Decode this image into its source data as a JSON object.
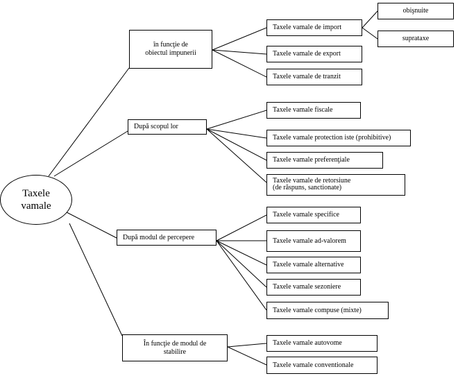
{
  "root": {
    "label": "Taxele\nvamale"
  },
  "groups": [
    {
      "label": "în funcţie de\nobiectul impunerii",
      "items": [
        {
          "label": "Taxele vamale de import",
          "children": [
            {
              "label": "obişnuite"
            },
            {
              "label": "suprataxe"
            }
          ]
        },
        {
          "label": "Taxele vamale de export"
        },
        {
          "label": "Taxele vamale de tranzit"
        }
      ]
    },
    {
      "label": "După scopul lor",
      "items": [
        {
          "label": "Taxele vamale fiscale"
        },
        {
          "label": "Taxele vamale protection iste (prohibitive)"
        },
        {
          "label": "Taxele vamale preferenţiale"
        },
        {
          "label": "Taxele vamale de retorsiune\n(de răspuns, sanctionate)"
        }
      ]
    },
    {
      "label": "După modul de percepere",
      "items": [
        {
          "label": "Taxele vamale specifice"
        },
        {
          "label": "Taxele vamale ad-valorem"
        },
        {
          "label": "Taxele vamale alternative"
        },
        {
          "label": "Taxele vamale sezoniere"
        },
        {
          "label": "Taxele vamale compuse (mixte)"
        }
      ]
    },
    {
      "label": "În funcţie de modul de\nstabilire",
      "items": [
        {
          "label": "Taxele vamale autovome"
        },
        {
          "label": "Taxele vamale conventionale"
        }
      ]
    }
  ]
}
